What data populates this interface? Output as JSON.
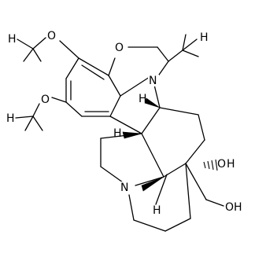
{
  "molecule": {
    "labels": {
      "ring_oxygen": "O",
      "nitrogen_indoline": "N",
      "nitrogen_amine": "N",
      "methoxy_top_o": "O",
      "methoxy_top_h3c": "H",
      "methoxy_bottom_o": "O",
      "methoxy_bottom_h3c": "H",
      "oh_right": "O",
      "oh_right_h": "H",
      "hydroxymethyl": "OH",
      "methyl_h": "H",
      "stereo_h_top": "H",
      "stereo_h_mid": "H",
      "stereo_h_bottom": "H"
    }
  }
}
